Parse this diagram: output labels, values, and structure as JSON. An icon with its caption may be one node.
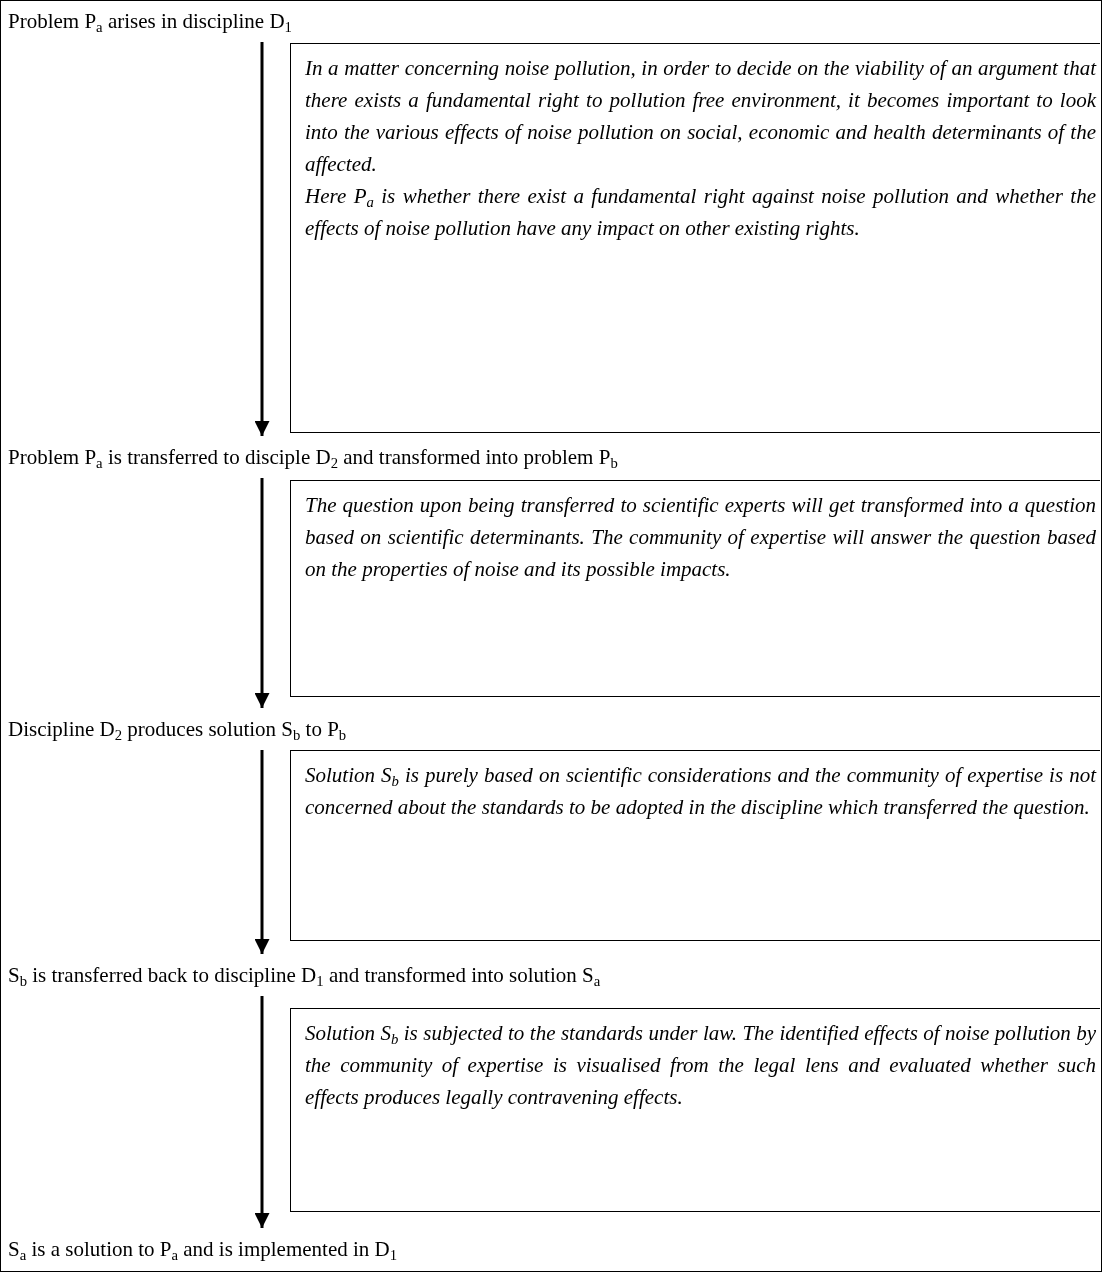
{
  "diagram": {
    "nodes": [
      {
        "text": [
          "Problem P$_{a}$ arises in discipline D$_{1}$"
        ]
      },
      {
        "text": [
          "In a matter concerning noise pollution, in order to decide on the viability of an argument that there exists a fundamental right to pollution free environment, it becomes important to look into the various effects of noise pollution on social, economic and health determinants of the affected.",
          "Here P$_{a}$ is whether there exist a fundamental right against noise pollution and whether the effects of noise pollution have any impact on other existing rights."
        ]
      },
      {
        "text": [
          "Problem P$_{a}$ is transferred to disciple D$_{2}$ and transformed into problem P$_{b}$"
        ]
      },
      {
        "text": [
          "The question upon being transferred to scientific experts will get transformed into a question based on scientific determinants. The community of expertise will answer the question based on the properties of noise and its possible impacts."
        ]
      },
      {
        "text": [
          "Discipline D$_{2}$ produces solution S$_{b}$ to P$_{b}$"
        ]
      },
      {
        "text": [
          "Solution S$_{b}$ is purely based on scientific considerations and the community of expertise is not concerned about the standards to be adopted in the discipline which transferred the question."
        ]
      },
      {
        "text": [
          "S$_{b}$ is transferred back to discipline D$_{1}$ and transformed into solution S$_{a}$"
        ]
      },
      {
        "text": [
          "Solution S$_{b}$ is subjected to the standards under law. The identified effects of noise pollution by the community of expertise is visualised from the legal lens and evaluated whether such effects produces legally contravening effects."
        ]
      },
      {
        "text": [
          "S$_{a}$ is a solution to P$_{a}$ and is implemented in D$_{1}$"
        ]
      }
    ],
    "edges": [
      {
        "from": 0,
        "to": 2,
        "arrow": "to"
      },
      {
        "from": 2,
        "to": 4,
        "arrow": "to"
      },
      {
        "from": 4,
        "to": 6,
        "arrow": "to"
      },
      {
        "from": 6,
        "to": 8,
        "arrow": "to"
      }
    ]
  }
}
